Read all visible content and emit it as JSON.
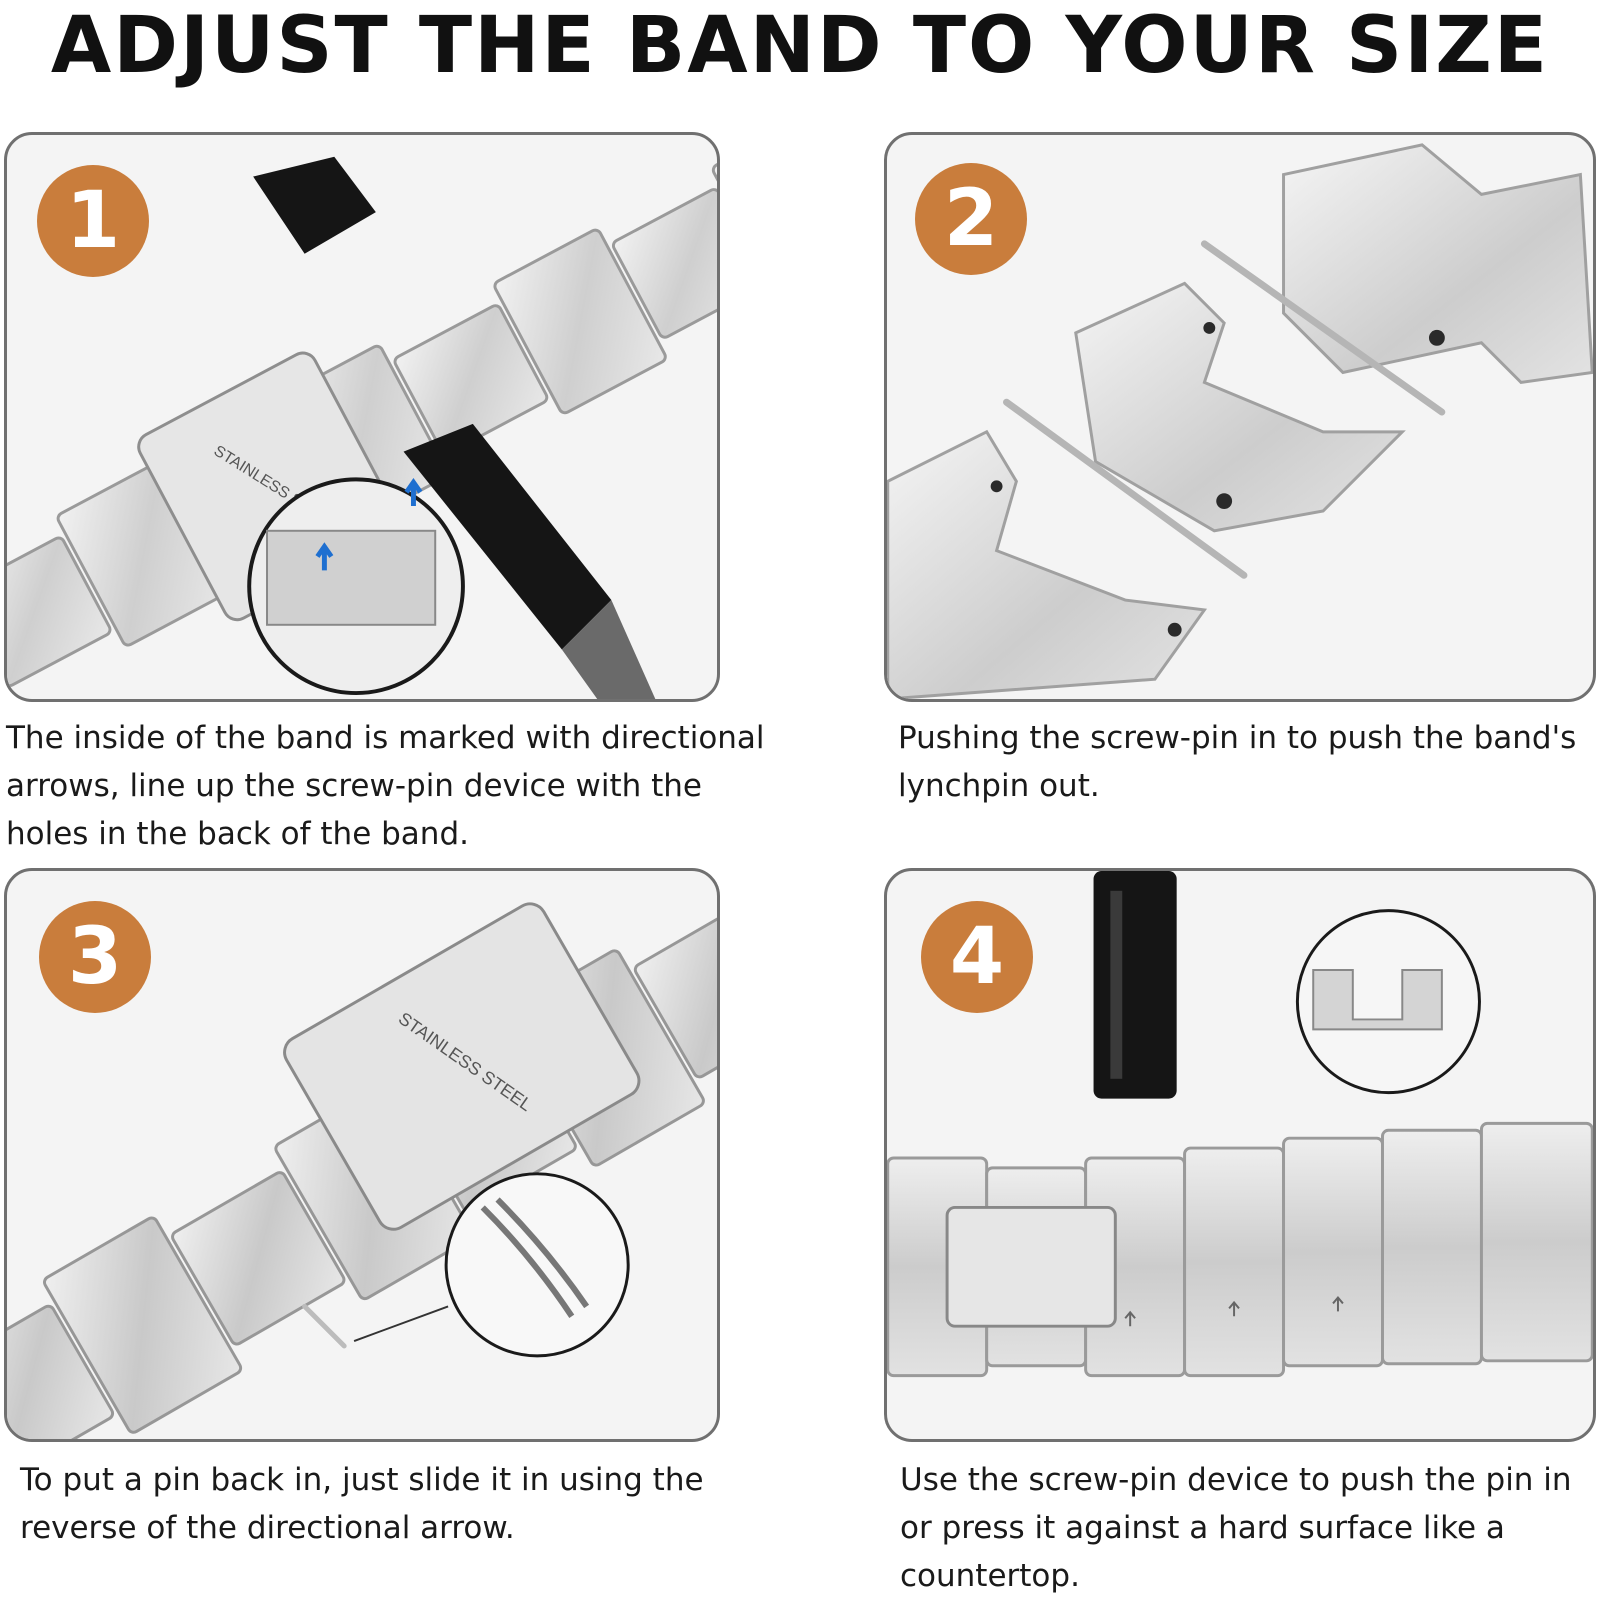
{
  "title": "ADJUST THE BAND TO YOUR SIZE",
  "steps": [
    {
      "number": "1",
      "caption": "The inside of the band is marked with directional arrows, line up the screw-pin device with the holes in the back of the band.",
      "engraving": "STAINLESS STEEL"
    },
    {
      "number": "2",
      "caption": "Pushing the screw-pin in to push the band's lynchpin out."
    },
    {
      "number": "3",
      "caption": "To put a pin back in, just slide it in using the reverse of the directional arrow.",
      "engraving": "STAINLESS STEEL"
    },
    {
      "number": "4",
      "caption": "Use the screw-pin device to push the pin in or press it against a hard surface like a countertop."
    }
  ],
  "colors": {
    "badge": "#c97d3c",
    "steel": "#d9d9d9",
    "steel_dark": "#a8a8a8",
    "tool": "#151515",
    "arrow_blue": "#1e6fd0",
    "panel_border": "#707070"
  },
  "icons": [
    "band-link-illustration",
    "screw-pin-tool-illustration",
    "zoom-detail-circle",
    "direction-arrow-icon"
  ]
}
